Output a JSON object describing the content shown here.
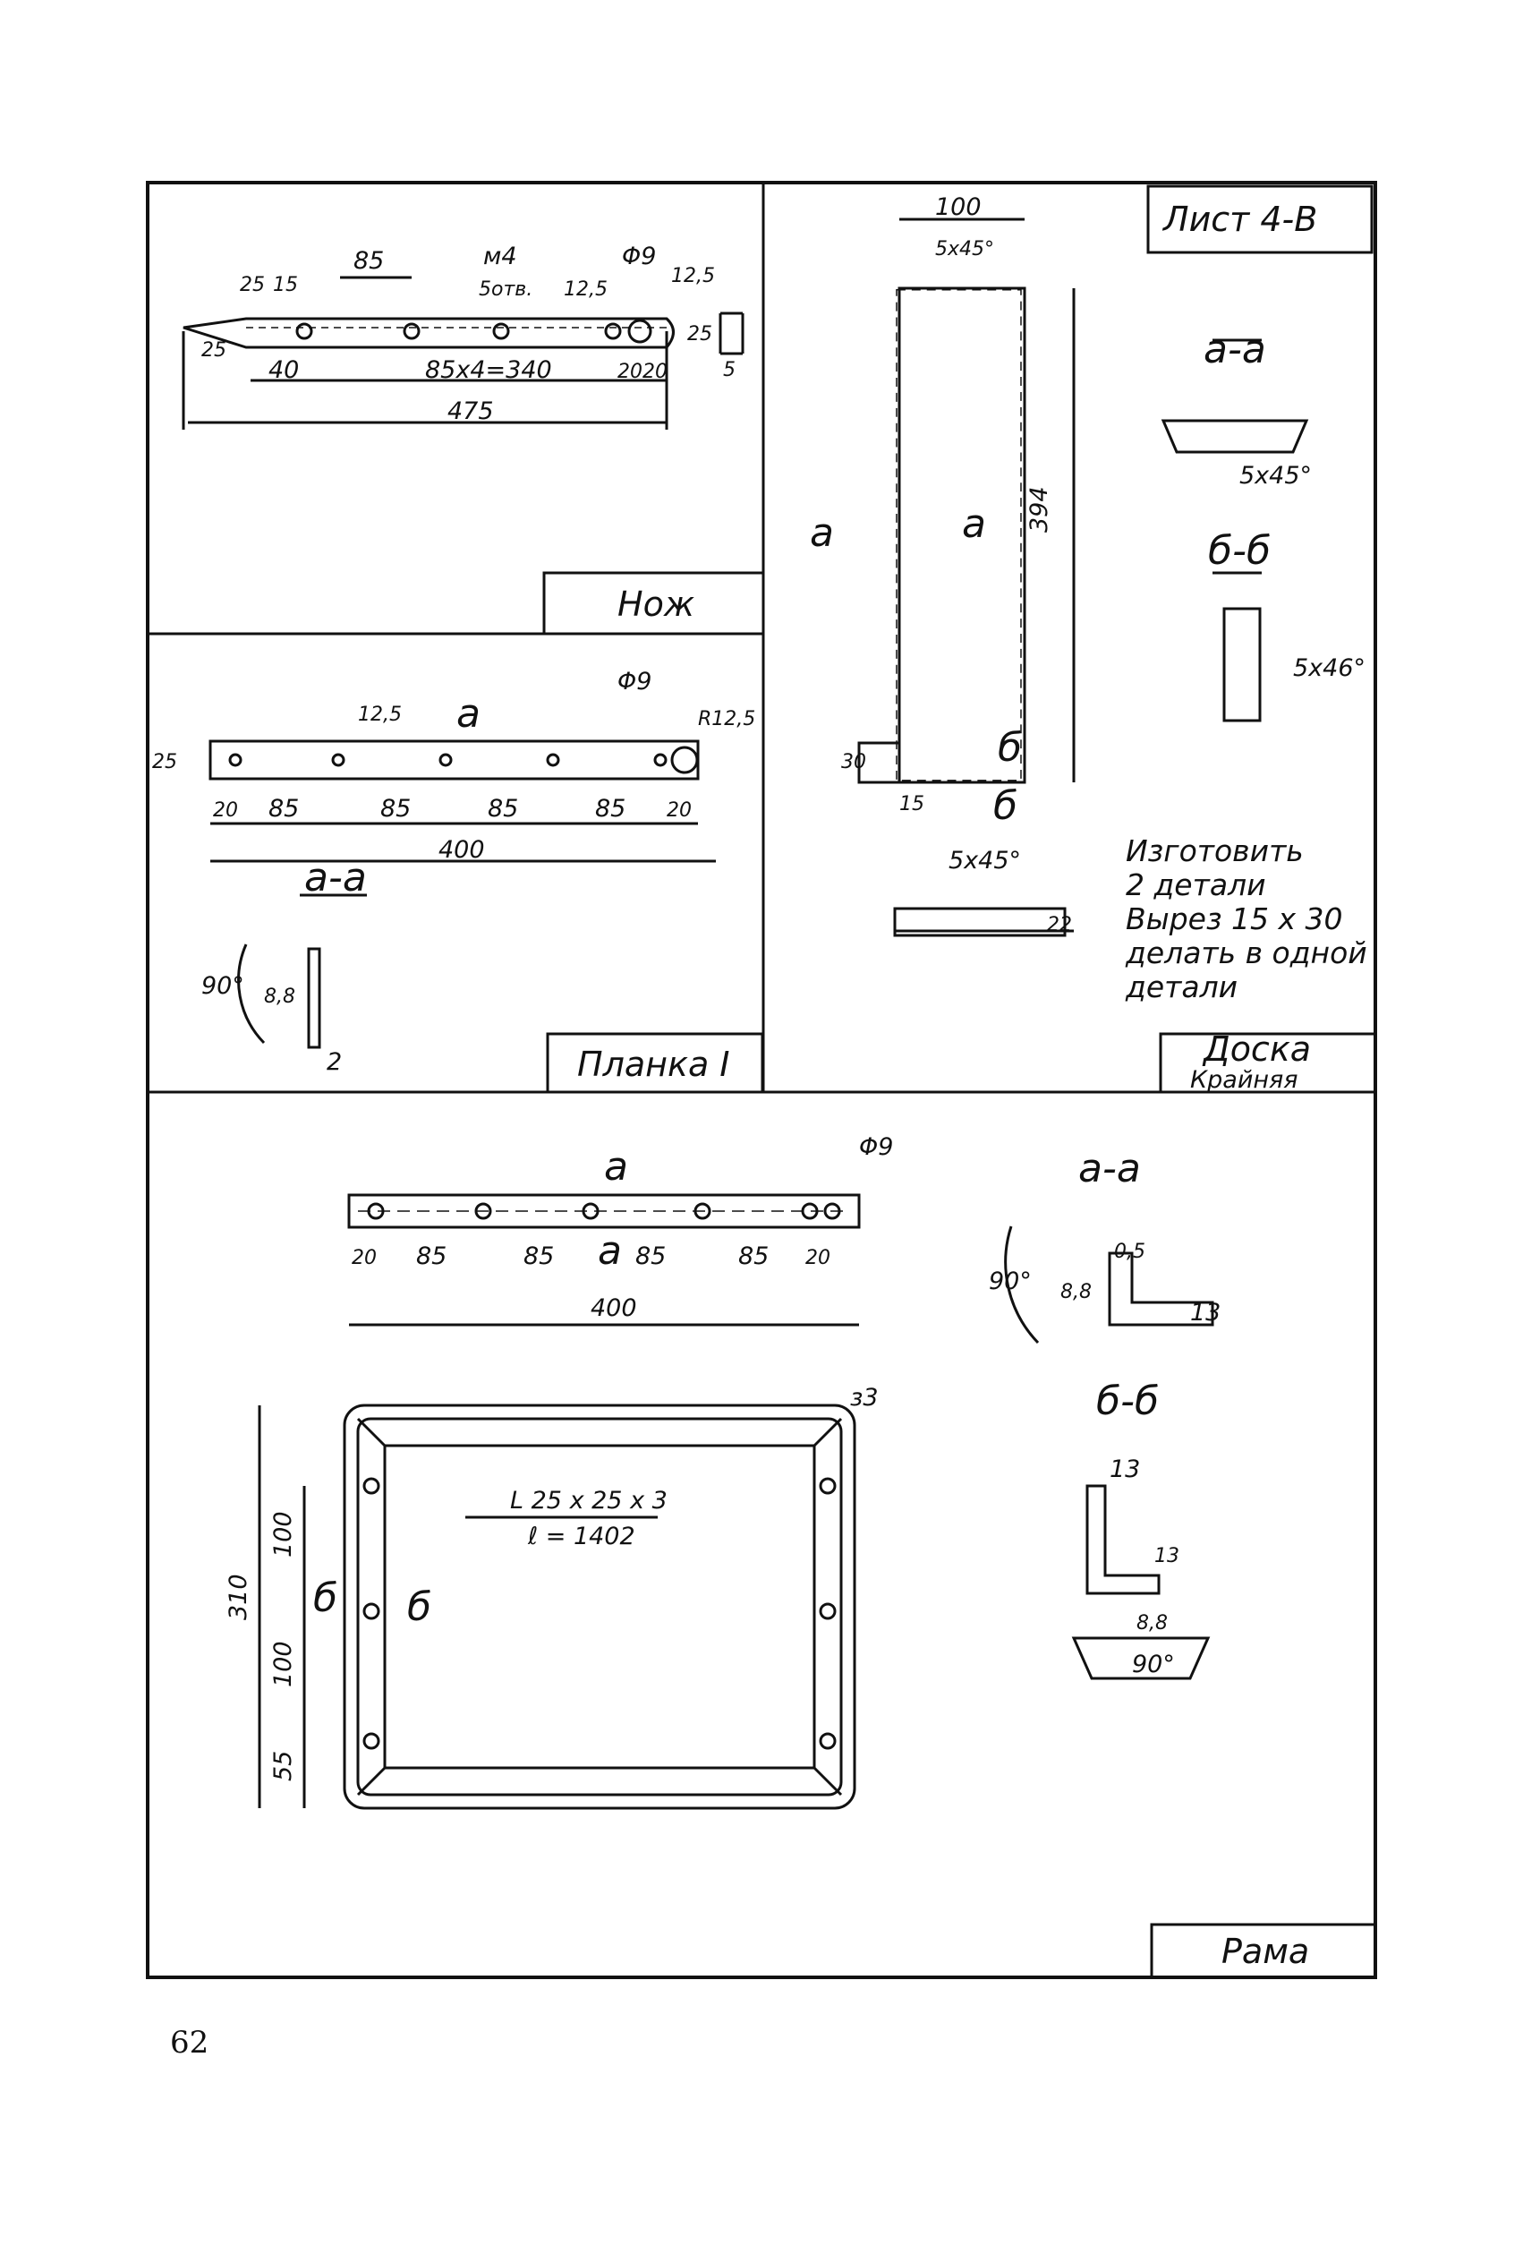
{
  "sheet_label": "Лист 4-В",
  "page_number": "62",
  "panels": {
    "nozh": {
      "title": "Нож",
      "dims": {
        "bevel_top": "25",
        "width_15": "15",
        "pitch_85": "85",
        "thread": "м4",
        "holes": "5отв.",
        "h_12_5": "12,5",
        "dia_9": "Φ9",
        "radius": "12,5",
        "tip": "25",
        "left_40": "40",
        "holes_span": "85х4=340",
        "end_20a": "20",
        "end_20b": "20",
        "thick_25": "25",
        "thick_5": "5",
        "total": "475"
      }
    },
    "planka": {
      "title": "Планка I",
      "section_mark": "а",
      "section_title": "а-а",
      "dims": {
        "dia_9": "Φ9",
        "h_12_5": "12,5",
        "radius": "R12,5",
        "width_25": "25",
        "end_20a": "20",
        "p1": "85",
        "p2": "85",
        "p3": "85",
        "p4": "85",
        "end_20b": "20",
        "total": "400",
        "angle": "90°",
        "hole_88": "8,8",
        "thick_2": "2"
      }
    },
    "doska": {
      "title_line1": "Доска",
      "title_line2": "Крайняя",
      "mark_a": "а",
      "mark_b": "б",
      "section_aa": "а-а",
      "section_bb": "б-б",
      "dims": {
        "width": "100",
        "chamfer_top": "5х45°",
        "length": "394",
        "cut_h": "30",
        "cut_w": "15",
        "chamfer_aa": "5х45°",
        "chamfer_bb": "5х46°",
        "chamfer_side": "5х45°",
        "thick": "22"
      },
      "note": [
        "Изготовить",
        "2 детали",
        "Вырез 15 х 30",
        "делать в одной",
        "детали"
      ]
    },
    "rama": {
      "title": "Рама",
      "mark_a": "а",
      "mark_b": "б",
      "section_aa": "а-а",
      "section_bb": "б-б",
      "dims": {
        "dia_9": "Φ9",
        "end_20a": "20",
        "p1": "85",
        "p2": "85",
        "p3": "85",
        "p4": "85",
        "end_20b": "20",
        "total": "400",
        "angle_aa": "90°",
        "hole_88_aa": "8,8",
        "r05": "0,5",
        "leg_13": "13",
        "corner": "з3",
        "profile": "L 25 х 25 х 3",
        "length": "ℓ = 1402",
        "height": "310",
        "s100a": "100",
        "s100b": "100",
        "s55": "55",
        "bb_13": "13",
        "bb_13b": "13",
        "bb_88": "8,8",
        "bb_angle": "90°"
      }
    }
  }
}
